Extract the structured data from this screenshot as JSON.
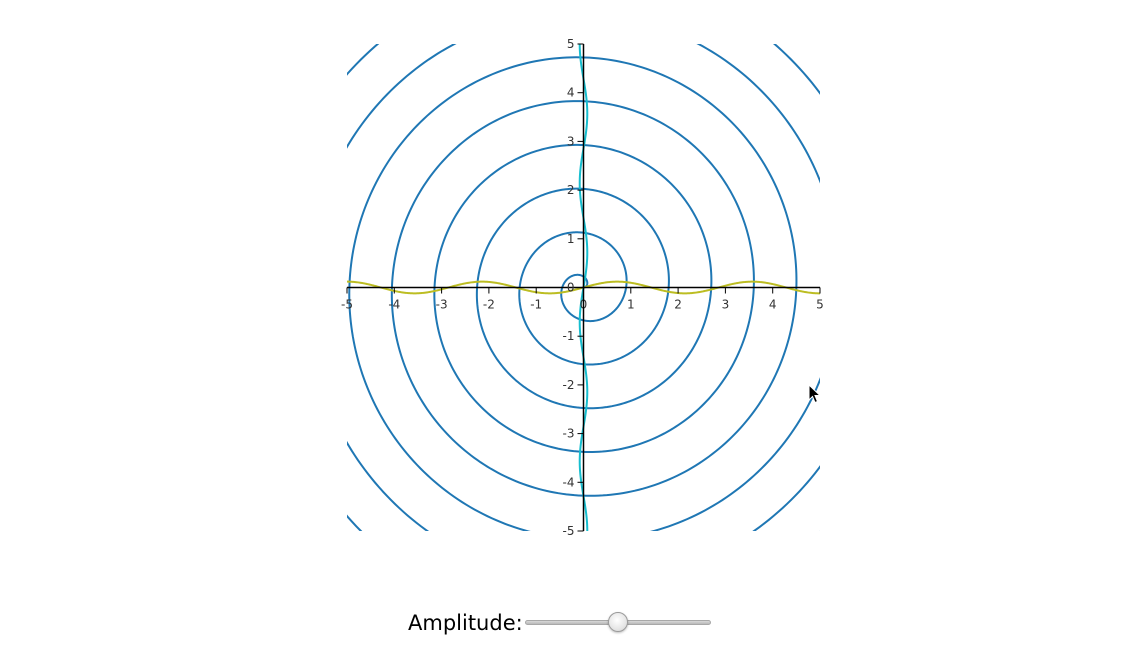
{
  "controls": {
    "amplitude_label": "Amplitude:",
    "amplitude_value": 0.5
  },
  "colors": {
    "spiral": "#1f77b4",
    "vertical_wave": "#17becf",
    "horizontal_wave": "#bcbd22",
    "axis": "#000000"
  },
  "chart_data": {
    "type": "line",
    "title": "",
    "xlabel": "",
    "ylabel": "",
    "xlim": [
      -5,
      5
    ],
    "ylim": [
      -5,
      5
    ],
    "x_ticks": [
      -5,
      -4,
      -3,
      -2,
      -1,
      0,
      1,
      2,
      3,
      4,
      5
    ],
    "y_ticks": [
      -5,
      -4,
      -3,
      -2,
      -1,
      0,
      1,
      2,
      3,
      4,
      5
    ],
    "grid": false,
    "legend": "none",
    "series": [
      {
        "kind": "spiral",
        "equation": "r = 0.45 * theta / pi",
        "theta_range": [
          0,
          50.3
        ]
      },
      {
        "kind": "vertical_wave",
        "equation": "x = 0.08 * sin(2.2 * y)",
        "range": [
          -5,
          5
        ]
      },
      {
        "kind": "horizontal_wave",
        "equation": "y = 0.12 * sin(2.2 * x)",
        "range": [
          -5,
          5
        ]
      }
    ]
  }
}
